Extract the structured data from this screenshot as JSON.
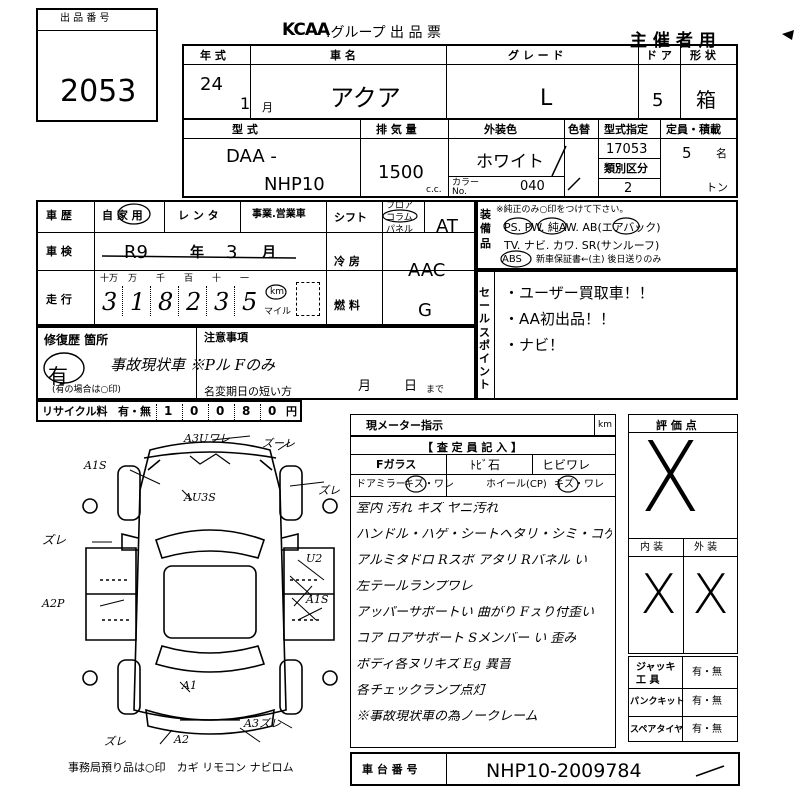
{
  "header": {
    "lot_number_label": "出 品 番 号",
    "lot_number": "2053",
    "brand_logo": "KCAA",
    "title": ".グループ 出 品 票",
    "copy_label": "主 催 者 用"
  },
  "row1": {
    "year_label": "年 式",
    "year": "24",
    "month": "1",
    "month_unit": "月",
    "car_name_label": "車 名",
    "car_name": "アクア",
    "grade_label": "グ レ ー ド",
    "grade": "L",
    "doors_label": "ド ア",
    "doors": "5",
    "body_label": "形 状",
    "body": "箱"
  },
  "row2": {
    "model_label": "型 式",
    "model_prefix": "DAA -",
    "model_code": "NHP10",
    "displacement_label": "排 気 量",
    "displacement": "1500",
    "displacement_unit": "c.c.",
    "exterior_color_label": "外装色",
    "exterior_color": "ホワイト",
    "color_code_label": "カラー\nNo.",
    "color_code": "040",
    "color_change_label": "色替",
    "type_designation_label": "型式指定",
    "type_designation": "17053",
    "category_label": "類別区分",
    "category": "2",
    "capacity_label": "定員・積載",
    "capacity": "5",
    "capacity_unit": "名",
    "load_unit": "トン"
  },
  "row3": {
    "history_label": "車 歴",
    "history_options": "自 家 用",
    "rental_label": "レ ン タ",
    "business_label": "事業.営業車",
    "shift_label": "シフト",
    "shift_floor": "フロア",
    "shift_column": "コラム",
    "shift_panel": "パネル",
    "shift_value": "AT",
    "shaken_label": "車 検",
    "shaken_value": "R9",
    "shaken_year_unit": "年",
    "shaken_month": "3",
    "shaken_month_unit": "月",
    "aircon_label": "冷 房",
    "aircon_value": "AAC",
    "mileage_label": "走 行",
    "mileage_digit_labels": [
      "十万",
      "万",
      "千",
      "百",
      "十",
      "一"
    ],
    "mileage_digits": [
      "3",
      "1",
      "8",
      "2",
      "3",
      "5"
    ],
    "km_label": "km",
    "mile_label": "マイル",
    "fuel_label": "燃 料",
    "fuel_value": "G"
  },
  "equipment": {
    "label": "装 備 品",
    "note": "※純正のみ○印をつけて下さい。",
    "line1": "PS. PW. 純AW. AB(エアバック)",
    "line2": "TV. ナビ. カワ. SR(サンルーフ)",
    "line3_abs": "ABS",
    "line3_rest": "新車保証書←(主) 後日送りのみ"
  },
  "sales_points": {
    "label": "セールスポイント",
    "items": [
      "・ユーザー買取車！！",
      "・AA初出品！！",
      "・ナビ！"
    ]
  },
  "repair": {
    "label": "修復歴 箇所",
    "value": "有",
    "note": "(有の場合は○印)",
    "handwritten": "事故現状車 ※Pル Fのみ",
    "caution_label": "注意事項",
    "deadline_label": "名変期日の短い方",
    "month_unit": "月",
    "day_unit": "日",
    "until": "まで"
  },
  "recycle": {
    "label": "リサイクル料",
    "options": "有・無",
    "digits": [
      "1",
      "0",
      "0",
      "8",
      "0"
    ],
    "unit": "円"
  },
  "diagram_marks": [
    "A3Uワレ",
    "ズーレ",
    "A1S",
    "AU3S",
    "ズレ",
    "ズレ",
    "U2",
    "A2P",
    "A1S",
    "A1",
    "ズレ",
    "A2",
    "A3ズレ"
  ],
  "meter": {
    "label": "現メーター指示",
    "unit": "km"
  },
  "inspector": {
    "title": "【 査 定 員 記 入 】",
    "glass_label": "Fガラス",
    "glass_stone": "ﾄﾋﾞ石",
    "glass_crack": "ヒビワレ",
    "door_mirror_label": "ドアミラー",
    "door_mirror_value": "キズ・ワレ",
    "wheel_label": "ホイール(CP)",
    "wheel_value": "キズ・ワレ",
    "notes": [
      "室内 汚れ キズ ヤニ汚れ",
      "ハンドル・ハゲ・シートヘタリ・シミ・コゲ穴",
      "アルミタドロ Rスポ アタリ Rバネル い",
      "左テールランプワレ",
      "アッパーサポートい 曲がり Fㇲり付歪い",
      "コア ロアサポート Sメンバー い 歪み",
      "ボディ各ヌリキズ Eg 異音",
      "各チェックランプ点灯",
      "※事故現状車の為ノークレーム"
    ]
  },
  "score": {
    "label": "評 価 点",
    "value": "X",
    "interior_label": "内 装",
    "exterior_label": "外 装",
    "interior_value": "X",
    "exterior_value": "X"
  },
  "tools": {
    "jack_label": "ジャッキ\n工 具",
    "jack_value": "有・無",
    "puncture_label": "パンクキット",
    "puncture_value": "有・無",
    "spare_label": "スペアタイヤ",
    "spare_value": "有・無"
  },
  "footer": {
    "office_items": "事務局預り品は○印　カギ リモコン ナビロム",
    "chassis_label": "車 台 番 号",
    "chassis_number": "NHP10-2009784"
  }
}
